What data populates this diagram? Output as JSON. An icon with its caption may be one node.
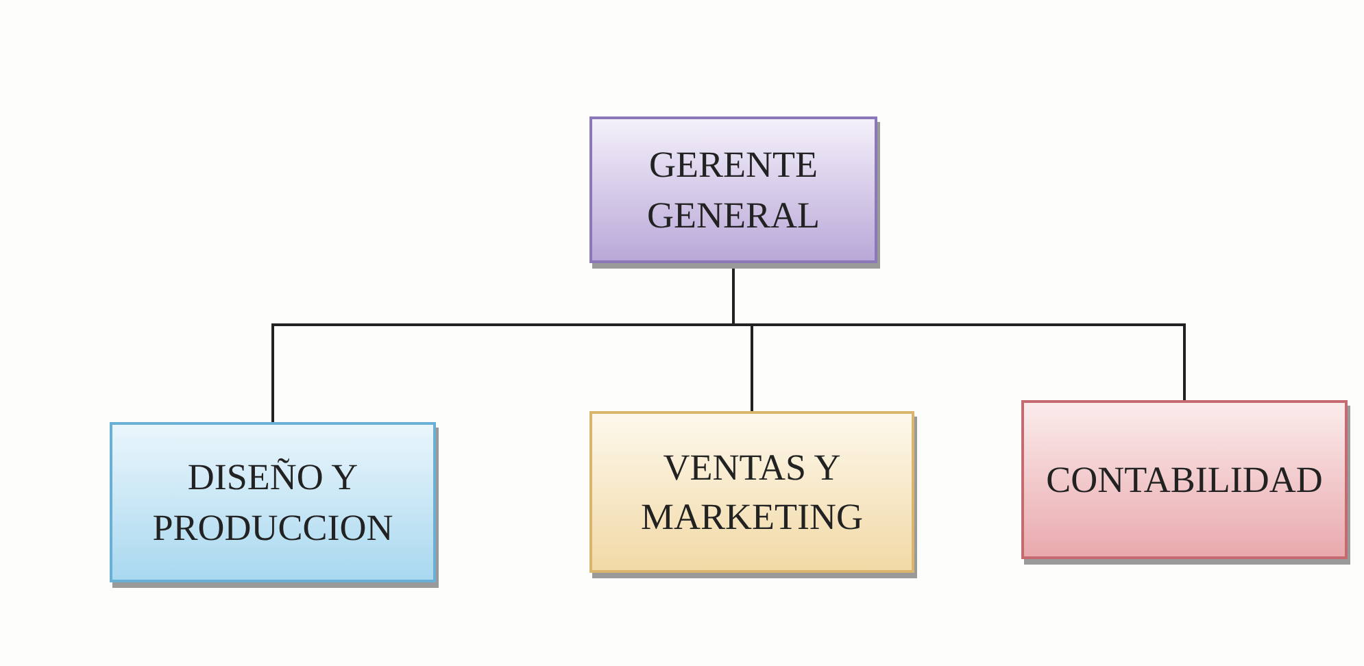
{
  "diagram": {
    "nodes": [
      {
        "text": [
          "GERENTE GENERAL"
        ]
      },
      {
        "text": [
          "DISEÑO Y PRODUCCION"
        ]
      },
      {
        "text": [
          "VENTAS Y MARKETING"
        ]
      },
      {
        "text": [
          "CONTABILIDAD"
        ]
      }
    ],
    "edges": [
      {
        "from": 0,
        "to": 1,
        "arrow": "none"
      },
      {
        "from": 0,
        "to": 2,
        "arrow": "none"
      },
      {
        "from": 0,
        "to": 3,
        "arrow": "none"
      }
    ]
  }
}
